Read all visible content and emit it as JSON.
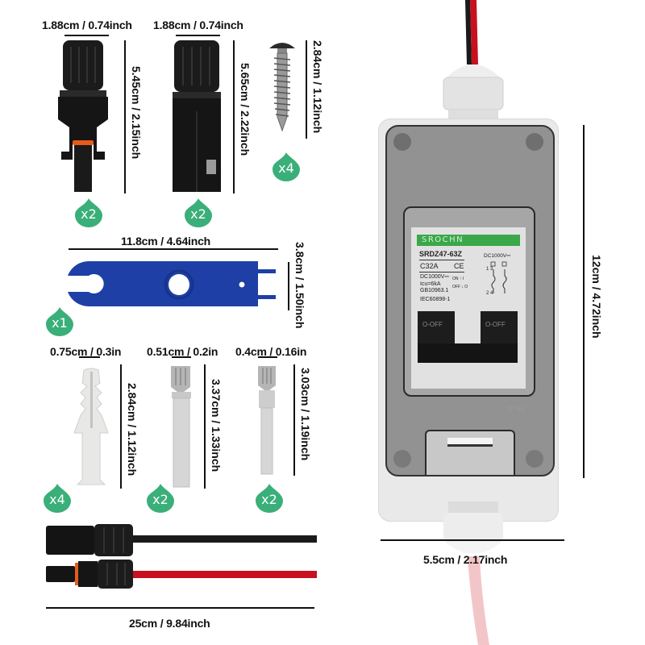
{
  "colors": {
    "badge_green": "#3aaf79",
    "wrench_blue": "#1e3fa6",
    "cable_red": "#c8101e",
    "cable_black": "#1a1a1a",
    "brand_bar_green": "#3aa84a"
  },
  "items": {
    "connector_male": {
      "width_label": "1.88cm / 0.74inch",
      "height_label": "5.45cm / 2.15inch",
      "quantity": "x2"
    },
    "connector_female": {
      "width_label": "1.88cm / 0.74inch",
      "height_label": "5.65cm / 2.22inch",
      "quantity": "x2"
    },
    "screw": {
      "height_label": "2.84cm / 1.12inch",
      "quantity": "x4"
    },
    "wrench": {
      "width_label": "11.8cm / 4.64inch",
      "height_label": "3.8cm / 1.50inch",
      "quantity": "x1"
    },
    "wall_plug": {
      "width_label": "0.75cm / 0.3in",
      "height_label": "2.84cm / 1.12inch",
      "quantity": "x4"
    },
    "pin_a": {
      "width_label": "0.51cm / 0.2in",
      "height_label": "3.37cm / 1.33inch",
      "quantity": "x2"
    },
    "pin_b": {
      "width_label": "0.4cm / 0.16in",
      "height_label": "3.03cm / 1.19inch",
      "quantity": "x2"
    },
    "cables": {
      "length_label": "25cm / 9.84inch"
    },
    "breaker_box": {
      "height_label": "12cm / 4.72inch",
      "width_label": "5.5cm / 2.17inch",
      "brand": "SROCHN",
      "model": "SRDZ47-63Z",
      "rating": "C32A",
      "ce_mark": "CE",
      "voltage": "DC1000V⎓",
      "icu": "Icu=6kA",
      "standard_gb": "GB10963.1",
      "standard_iec": "IEC60898-1",
      "voltage_right": "DC1000V⎓",
      "on_label": "ON",
      "off_label": "OFF",
      "on_num": "I",
      "off_num": "O",
      "terminal_top": "1  3",
      "terminal_bottom": "2  4",
      "switch_left": "O-OFF",
      "switch_right": "O-OFF",
      "ip_rating": "IP 65"
    }
  }
}
